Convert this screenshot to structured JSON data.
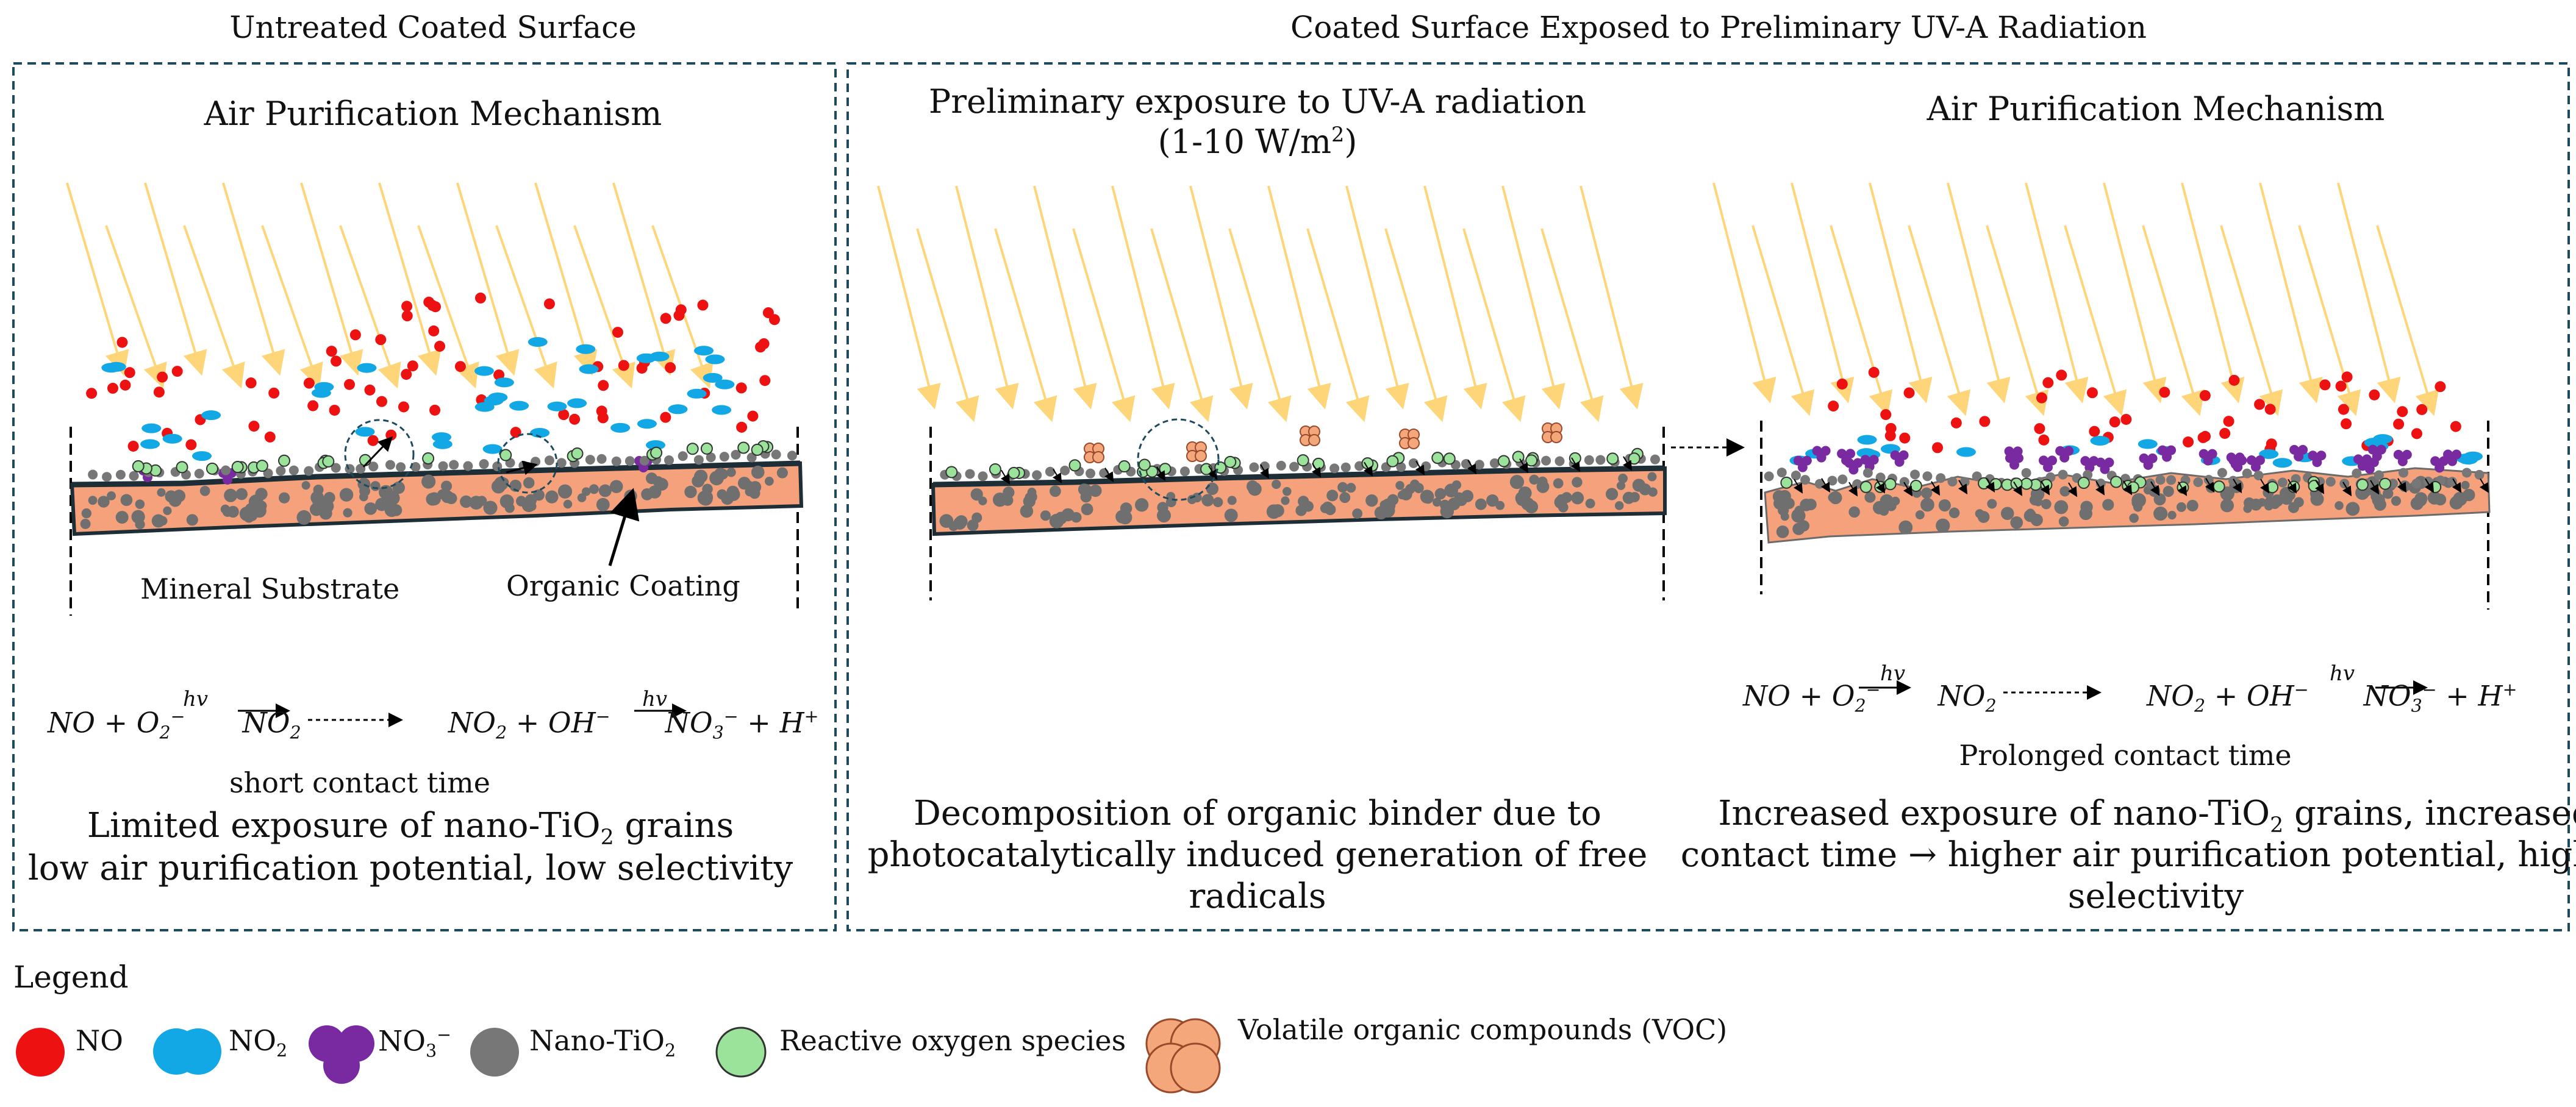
{
  "left_panel": {
    "header": "Untreated Coated Surface",
    "title": "Air Purification Mechanism",
    "substrate_label": "Mineral Substrate",
    "coating_label": "Organic Coating",
    "eq_left": {
      "a": "NO + O",
      "a_sub": "2",
      "a_sup": "−",
      "arrow_label": "hv",
      "b": "NO",
      "b_sub": "2"
    },
    "eq_right": {
      "a": "NO",
      "a_sub": "2",
      "b": " + OH",
      "b_sup": "−",
      "arrow_label": "hv",
      "c": "NO",
      "c_sub": "3",
      "c_sup": "−",
      "d": " + H",
      "d_sup": "+"
    },
    "contact": "short contact time",
    "summary_1a": "Limited exposure of nano-TiO",
    "summary_1b": "2",
    "summary_1c": " grains",
    "summary_2": "low air purification potential, low selectivity"
  },
  "right_panel": {
    "header": "Coated Surface Exposed to Preliminary UV-A Radiation",
    "exposure_title": "Preliminary exposure to UV-A radiation",
    "exposure_value_a": "(1-10 W/m",
    "exposure_value_sup": "2",
    "exposure_value_b": ")",
    "title": "Air Purification Mechanism",
    "contact": "Prolonged contact time",
    "decomp_1": "Decomposition of organic binder due to",
    "decomp_2": "photocatalytically induced generation of free",
    "decomp_3": "radicals",
    "result_1a": "Increased exposure of nano-TiO",
    "result_1b": "2",
    "result_1c": " grains, increased",
    "result_2": "contact time → higher air purification potential, higher",
    "result_3": "selectivity"
  },
  "legend": {
    "title": "Legend",
    "items": [
      {
        "label": "NO",
        "color": "#ee1111"
      },
      {
        "label": "NO",
        "sub": "2",
        "color": "#12a8e6"
      },
      {
        "label": "NO",
        "sub": "3",
        "sup": "−",
        "color": "#7a2aa0"
      },
      {
        "label": "Nano-TiO",
        "sub": "2",
        "color": "#777777"
      },
      {
        "label": "Reactive oxygen species",
        "color": "#9be39b"
      },
      {
        "label": "Volatile organic compounds (VOC)",
        "color": "#f5a77c"
      }
    ]
  },
  "colors": {
    "frame": "#1d4a5c",
    "ray": "#ffd57a",
    "substrate": "#f5a27c",
    "substrate_edge": "#1e2e36",
    "no": "#ee1111",
    "no2": "#12a8e6",
    "no3": "#7a2aa0",
    "tio2": "#777777",
    "ros": "#9be39b",
    "voc": "#f5a77c"
  }
}
